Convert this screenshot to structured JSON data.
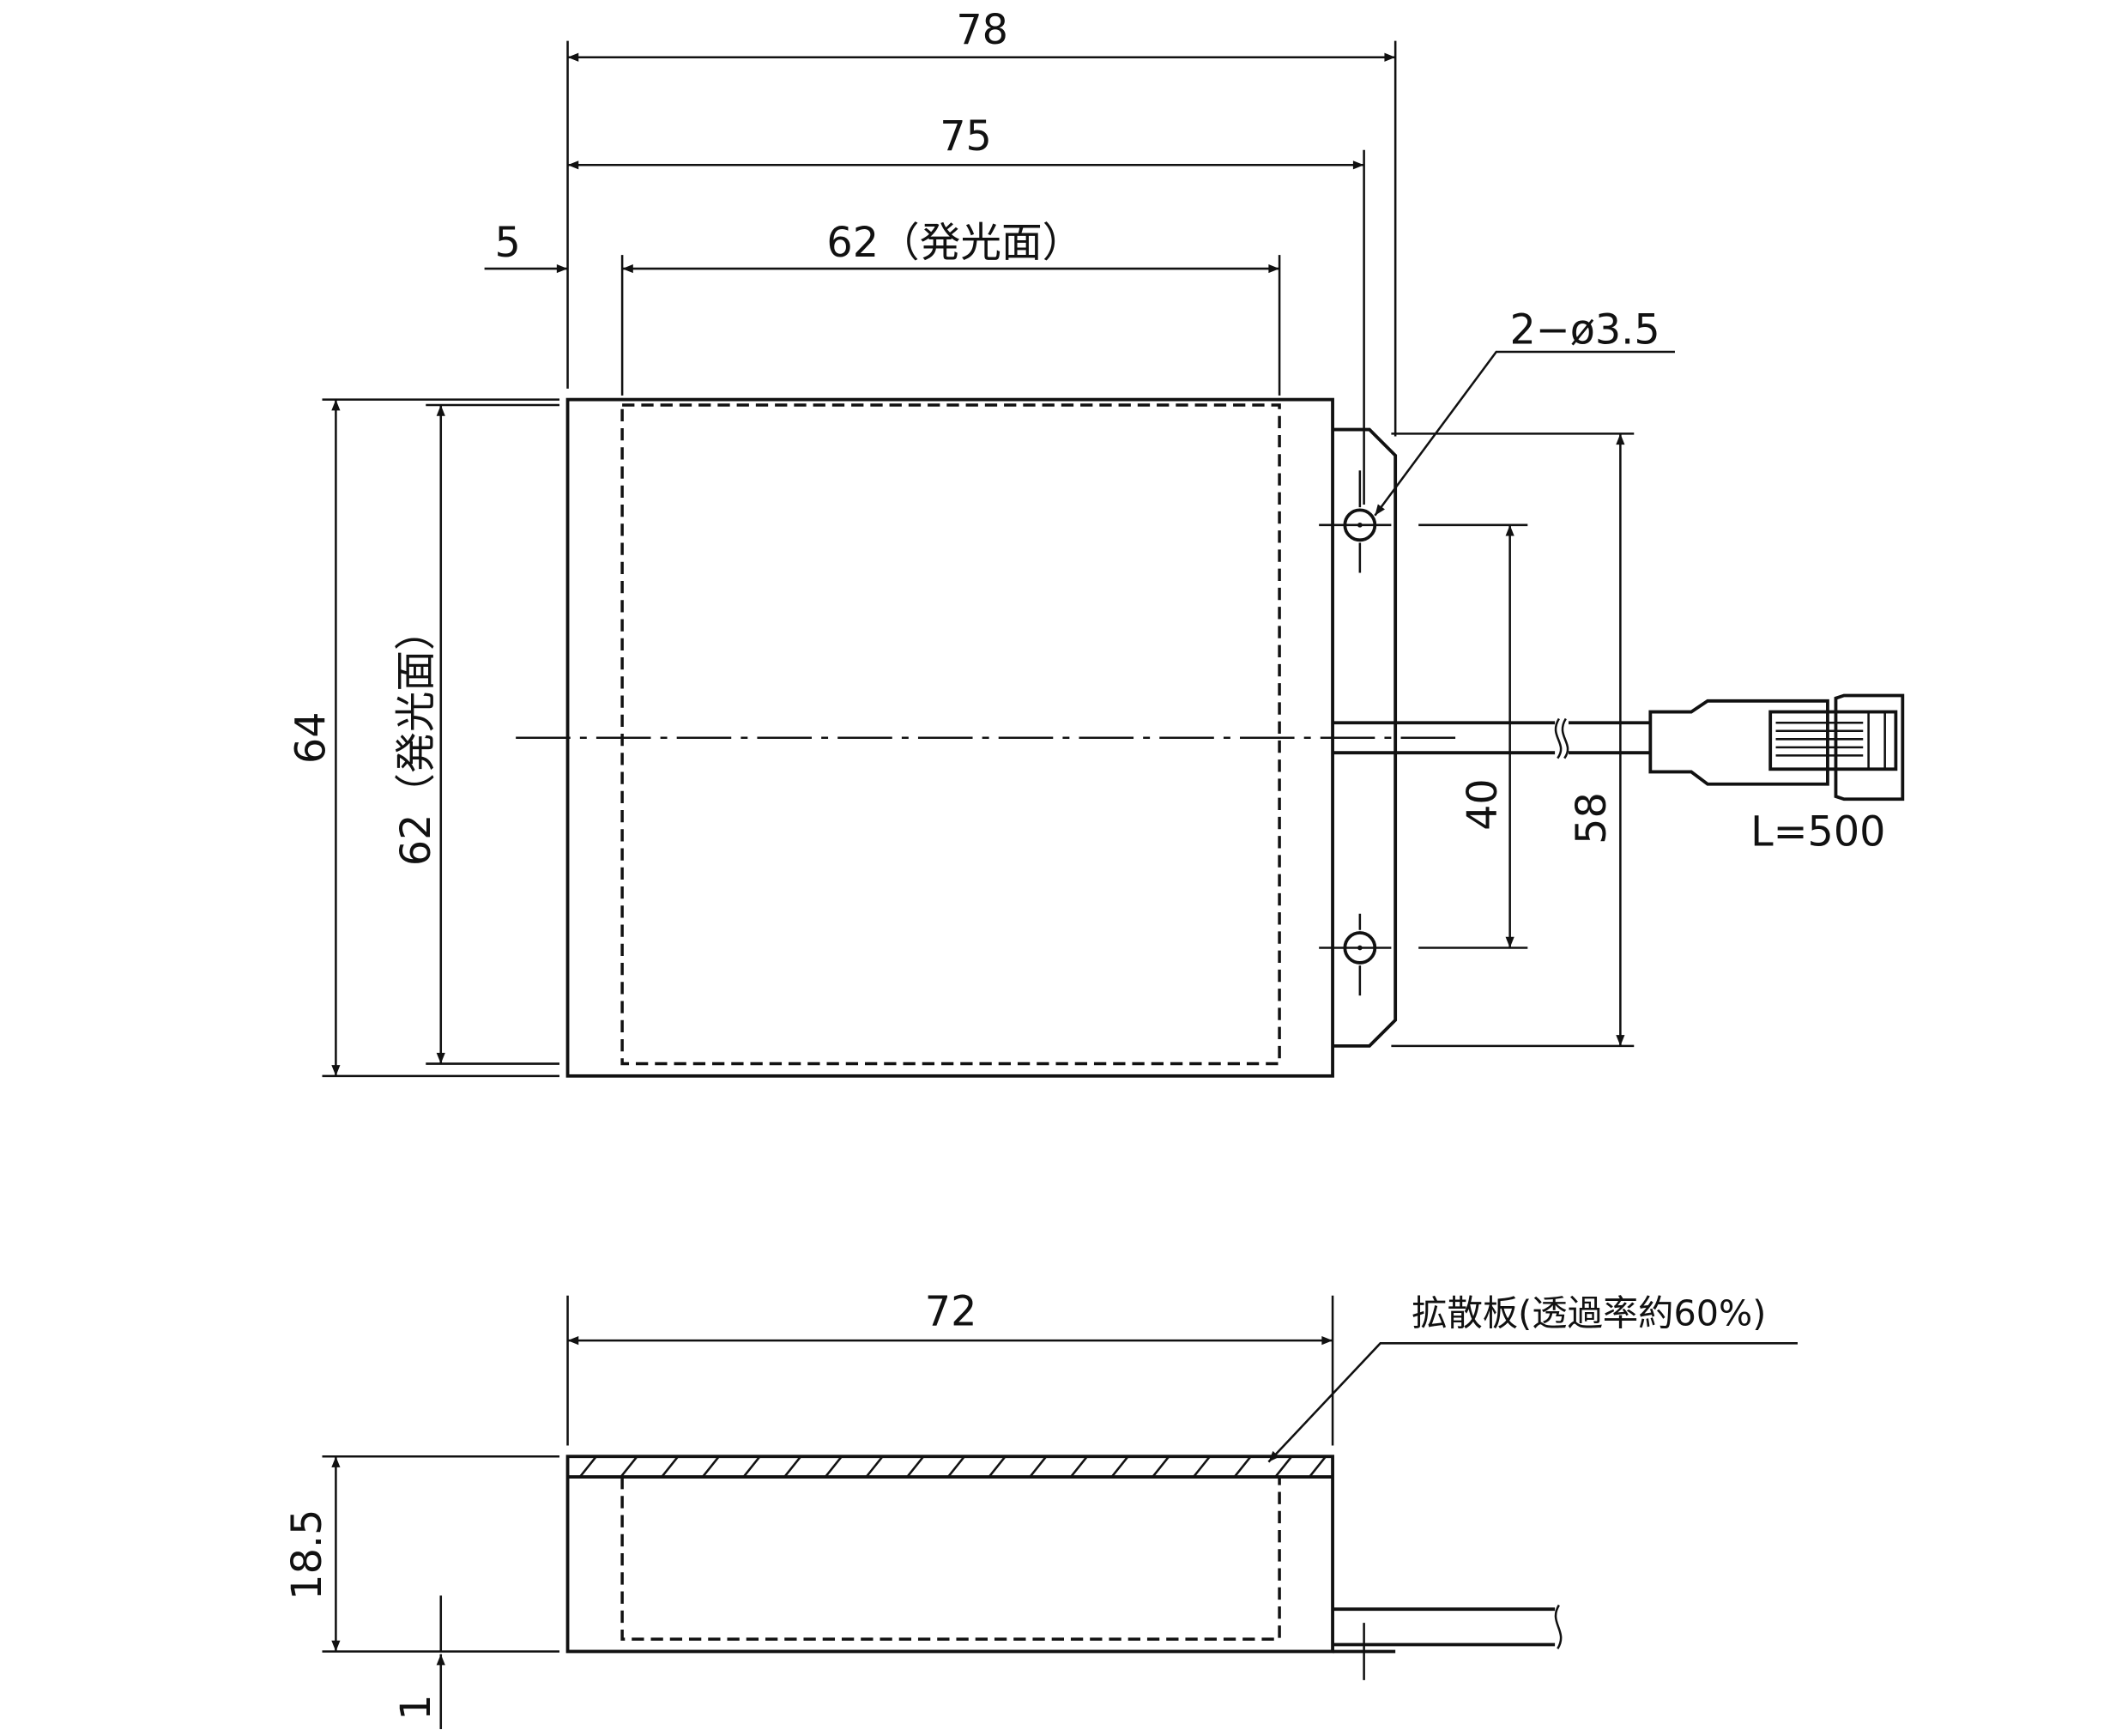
{
  "top_view": {
    "dim_overall_width": "78",
    "dim_hole_pitch_width": "75",
    "dim_emitting_width": "62（発光面）",
    "dim_offset": "5",
    "dim_hole_callout": "2−ø3.5",
    "dim_height": "64",
    "dim_emitting_height": "62（発光面）",
    "dim_hole_pitch": "40",
    "dim_flange_height": "58",
    "cable_length": "L=500"
  },
  "side_view": {
    "dim_width": "72",
    "diffuser_label": "拡散板(透過率約60%)",
    "dim_thickness": "18.5",
    "dim_base": "1"
  }
}
